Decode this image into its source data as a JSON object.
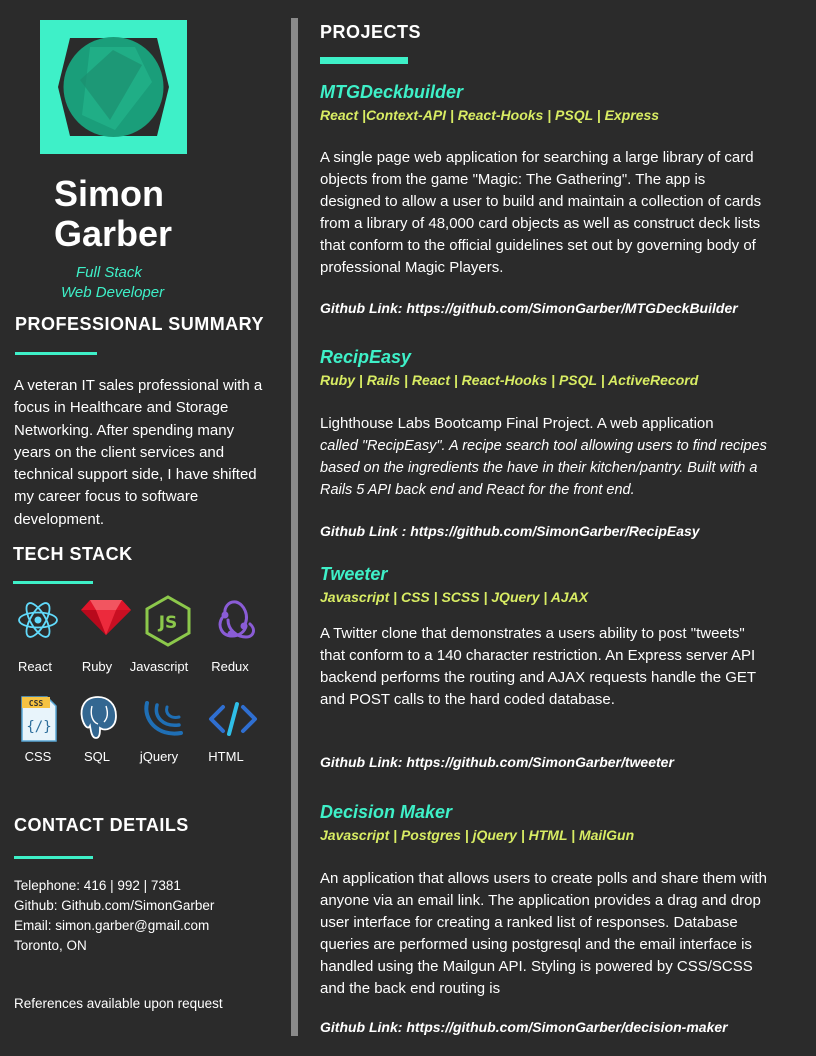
{
  "name_line1": "Simon",
  "name_line2": "Garber",
  "subtitle_line1": "Full Stack",
  "subtitle_line2": "Web Developer",
  "summary": {
    "heading": "PROFESSIONAL SUMMARY",
    "text": "A veteran IT sales professional with a focus in Healthcare and Storage Networking. After spending many years on the client services and technical support side, I have shifted my career focus to software development."
  },
  "tech_stack": {
    "heading": "TECH STACK",
    "items": [
      {
        "label": "React",
        "icon": "react-icon"
      },
      {
        "label": "Ruby",
        "icon": "ruby-icon"
      },
      {
        "label": "Javascript",
        "icon": "nodejs-icon"
      },
      {
        "label": "Redux",
        "icon": "redux-icon"
      },
      {
        "label": "CSS",
        "icon": "css-file-icon"
      },
      {
        "label": "SQL",
        "icon": "postgresql-icon"
      },
      {
        "label": "jQuery",
        "icon": "jquery-icon"
      },
      {
        "label": "HTML",
        "icon": "html-code-icon"
      }
    ]
  },
  "contact": {
    "heading": "CONTACT DETAILS",
    "telephone": "Telephone: 416 | 992 |  7381",
    "github": "Github:  Github.com/SimonGarber",
    "email": "Email: simon.garber@gmail.com",
    "location": "Toronto, ON",
    "references": "References available upon request"
  },
  "projects": {
    "heading": "PROJECTS",
    "items": [
      {
        "title": "MTGDeckbuilder",
        "stack": "React |Context-API | React-Hooks | PSQL | Express",
        "description": "A single page web application for searching a large library of card objects from the game \"Magic: The Gathering\". The app is designed to allow a user to build and maintain a collection of cards from a library of 48,000 card objects as well as construct deck lists that conform to the official guidelines set out by governing body of professional Magic Players.",
        "link": "Github Link: https://github.com/SimonGarber/MTGDeckBuilder"
      },
      {
        "title": "RecipEasy",
        "stack": " Ruby | Rails | React | React-Hooks | PSQL | ActiveRecord",
        "description_first": "Lighthouse Labs Bootcamp Final Project. A web application",
        "description_rest": "called \"RecipEasy\". A recipe search tool allowing users to find recipes based on the ingredients the have in their kitchen/pantry. Built with a Rails 5 API back end and React for the front end.",
        "link": "Github Link :  https://github.com/SimonGarber/RecipEasy"
      },
      {
        "title": "Tweeter",
        "stack": "Javascript | CSS | SCSS | JQuery | AJAX",
        "description": "A Twitter clone that demonstrates a users ability to post \"tweets\"  that conform to a 140 character restriction. An Express server API backend performs the routing and AJAX requests handle the GET and POST calls to the hard coded database.",
        "link": " Github Link: https://github.com/SimonGarber/tweeter"
      },
      {
        "title": "Decision Maker",
        "stack": "Javascript | Postgres | jQuery | HTML | MailGun",
        "description": "An application that allows users to create polls and share them with anyone via an email link.  The application provides a drag and drop user interface for creating a ranked list of responses. Database queries are performed using postgresql and the email interface is handled using the Mailgun API. Styling is powered by CSS/SCSS and the back end routing is",
        "link": "Github Link: https://github.com/SimonGarber/decision-maker"
      }
    ]
  },
  "colors": {
    "background": "#2b2b2b",
    "accent_teal": "#3ef0c8",
    "accent_yellow": "#d8ec63",
    "divider": "#8a8a8a"
  }
}
